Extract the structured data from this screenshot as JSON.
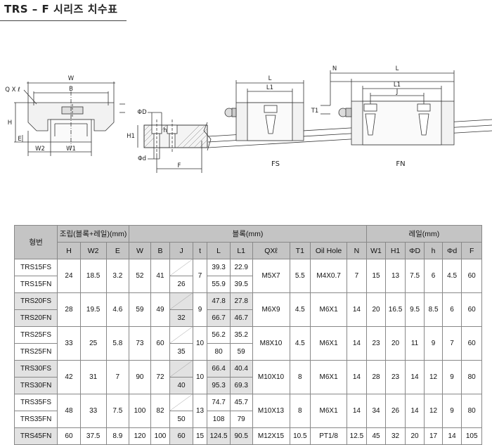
{
  "title": "TRS – F 시리즈 치수표",
  "diagram": {
    "labels": {
      "qxl": "Q X ℓ",
      "w": "W",
      "b": "B",
      "h": "H",
      "e": "E",
      "w2": "W2",
      "w1": "W1",
      "od": "ΦD",
      "h1": "H1",
      "h_small": "h",
      "od_small": "Φd",
      "f": "F",
      "l": "L",
      "l1": "L1",
      "n": "N",
      "t1": "T1",
      "j": "J",
      "fs": "FS",
      "fn": "FN"
    }
  },
  "table": {
    "group_headers": {
      "model": "형번",
      "assembly": "조립(블록+레일)(mm)",
      "block": "블록(mm)",
      "rail": "레일(mm)"
    },
    "columns": [
      "H",
      "W2",
      "E",
      "W",
      "B",
      "J",
      "t",
      "L",
      "L1",
      "QXℓ",
      "T1",
      "Oil Hole",
      "N",
      "W1",
      "H1",
      "ΦD",
      "h",
      "Φd",
      "F"
    ],
    "groups": [
      {
        "models": [
          "TRS15FS",
          "TRS15FN"
        ],
        "H": "24",
        "W2": "18.5",
        "E": "3.2",
        "W": "52",
        "B": "41",
        "J": [
          "",
          "26"
        ],
        "t": "7",
        "L": [
          "39.3",
          "55.9"
        ],
        "L1": [
          "22.9",
          "39.5"
        ],
        "QXl": "M5X7",
        "T1": "5.5",
        "oil": "M4X0.7",
        "N": "7",
        "W1": "15",
        "H1": "13",
        "OD": "7.5",
        "h": "6",
        "Od": "4.5",
        "F": "60"
      },
      {
        "models": [
          "TRS20FS",
          "TRS20FN"
        ],
        "H": "28",
        "W2": "19.5",
        "E": "4.6",
        "W": "59",
        "B": "49",
        "J": [
          "",
          "32"
        ],
        "t": "9",
        "L": [
          "47.8",
          "66.7"
        ],
        "L1": [
          "27.8",
          "46.7"
        ],
        "QXl": "M6X9",
        "T1": "4.5",
        "oil": "M6X1",
        "N": "14",
        "W1": "20",
        "H1": "16.5",
        "OD": "9.5",
        "h": "8.5",
        "Od": "6",
        "F": "60"
      },
      {
        "models": [
          "TRS25FS",
          "TRS25FN"
        ],
        "H": "33",
        "W2": "25",
        "E": "5.8",
        "W": "73",
        "B": "60",
        "J": [
          "",
          "35"
        ],
        "t": "10",
        "L": [
          "56.2",
          "80"
        ],
        "L1": [
          "35.2",
          "59"
        ],
        "QXl": "M8X10",
        "T1": "4.5",
        "oil": "M6X1",
        "N": "14",
        "W1": "23",
        "H1": "20",
        "OD": "11",
        "h": "9",
        "Od": "7",
        "F": "60"
      },
      {
        "models": [
          "TRS30FS",
          "TRS30FN"
        ],
        "H": "42",
        "W2": "31",
        "E": "7",
        "W": "90",
        "B": "72",
        "J": [
          "",
          "40"
        ],
        "t": "10",
        "L": [
          "66.4",
          "95.3"
        ],
        "L1": [
          "40.4",
          "69.3"
        ],
        "QXl": "M10X10",
        "T1": "8",
        "oil": "M6X1",
        "N": "14",
        "W1": "28",
        "H1": "23",
        "OD": "14",
        "h": "12",
        "Od": "9",
        "F": "80"
      },
      {
        "models": [
          "TRS35FS",
          "TRS35FN"
        ],
        "H": "48",
        "W2": "33",
        "E": "7.5",
        "W": "100",
        "B": "82",
        "J": [
          "",
          "50"
        ],
        "t": "13",
        "L": [
          "74.7",
          "108"
        ],
        "L1": [
          "45.7",
          "79"
        ],
        "QXl": "M10X13",
        "T1": "8",
        "oil": "M6X1",
        "N": "14",
        "W1": "34",
        "H1": "26",
        "OD": "14",
        "h": "12",
        "Od": "9",
        "F": "80"
      },
      {
        "models": [
          "TRS45FN"
        ],
        "H": "60",
        "W2": "37.5",
        "E": "8.9",
        "W": "120",
        "B": "100",
        "J": [
          "60"
        ],
        "t": "15",
        "L": [
          "124.5"
        ],
        "L1": [
          "90.5"
        ],
        "QXl": "M12X15",
        "T1": "10.5",
        "oil": "PT1/8",
        "N": "12.5",
        "W1": "45",
        "H1": "32",
        "OD": "20",
        "h": "17",
        "Od": "14",
        "F": "105"
      }
    ]
  }
}
